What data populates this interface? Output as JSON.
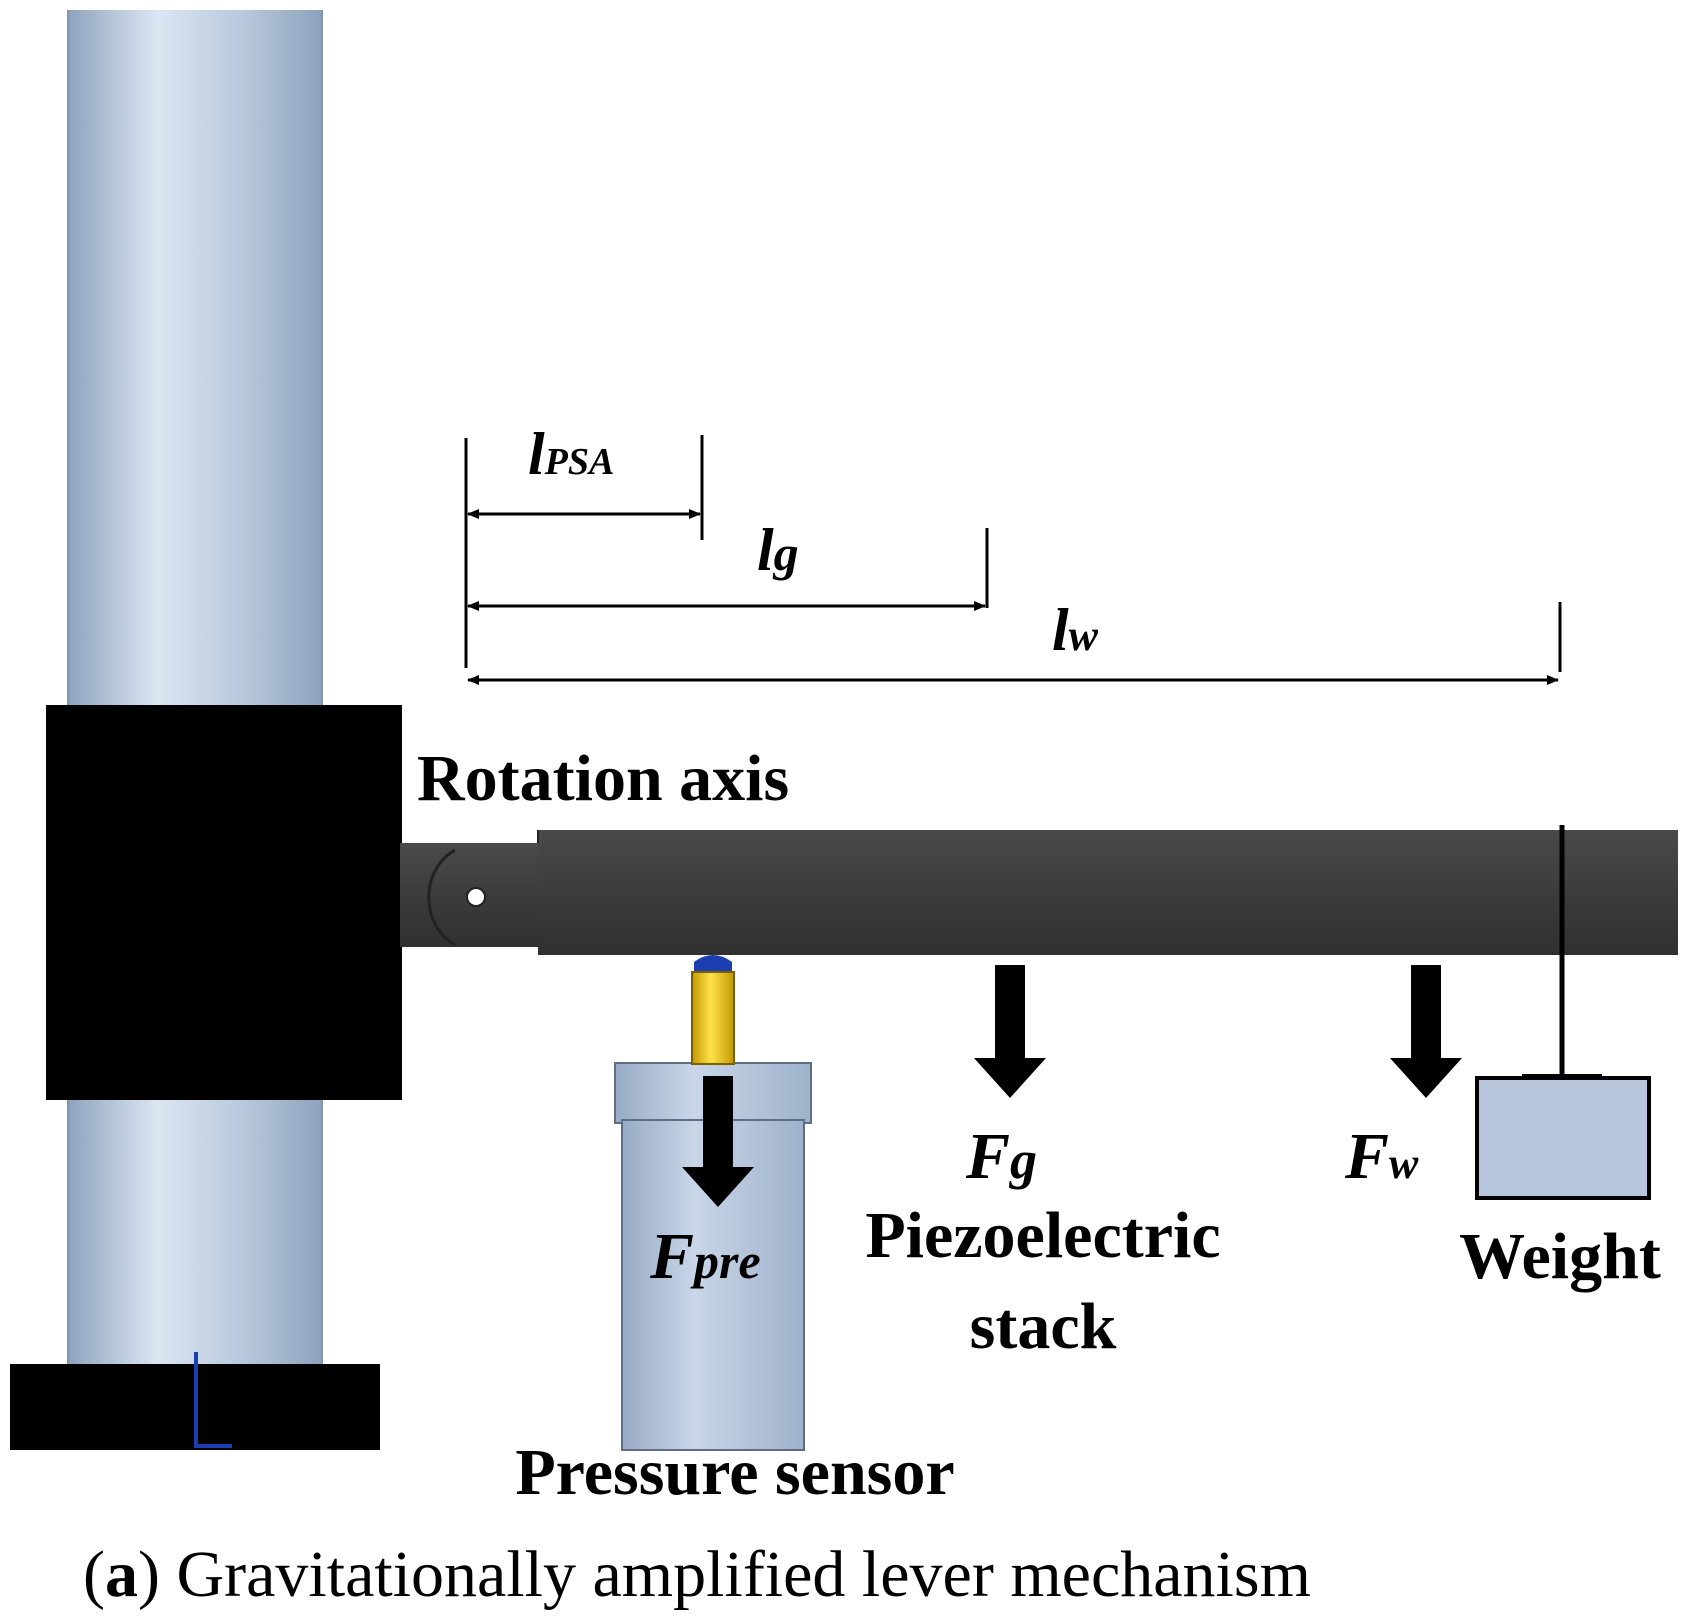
{
  "labels": {
    "rotation_axis": "Rotation axis",
    "piezo_line1": "Piezoelectric",
    "piezo_line2": "stack",
    "weight": "Weight",
    "pressure_sensor": "Pressure sensor"
  },
  "symbols": {
    "l_psa": {
      "main": "l",
      "sub": "PSA"
    },
    "l_g": {
      "main": "l",
      "sub": "g"
    },
    "l_w": {
      "main": "l",
      "sub": "w"
    },
    "f_g": {
      "main": "F",
      "sub": "g"
    },
    "f_w": {
      "main": "F",
      "sub": "w"
    },
    "f_pre": {
      "main": "F",
      "sub": "pre"
    }
  },
  "caption": {
    "tag": "a",
    "text": "Gravitationally amplified lever mechanism"
  },
  "colors": {
    "column": "#b7c7dc",
    "column_highlight": "#dbe6f2",
    "column_shadow": "#8ea2bd",
    "clamp": "#000000",
    "lever": "#3e3e3e",
    "sensor_body": "#b4c3da",
    "piezo_tip": "#f2c500",
    "sensor_probe": "#1b3fb0",
    "weight_block": "#b7c6dd"
  }
}
